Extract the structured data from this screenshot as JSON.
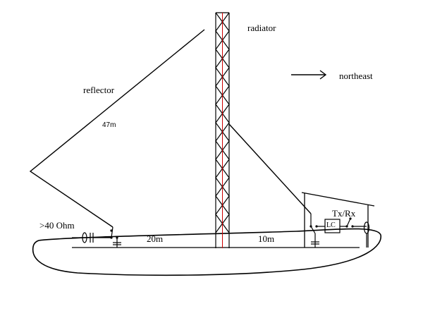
{
  "labels": {
    "radiator": "radiator",
    "reflector": "reflector",
    "reflector_length": "47m",
    "direction": "northeast",
    "impedance": ">40 Ohm",
    "distance_left": "20m",
    "distance_right": "10m",
    "transceiver": "Tx/Rx",
    "tuner": "LC"
  },
  "colors": {
    "ink": "#000000",
    "mast_center": "#cc0000"
  }
}
